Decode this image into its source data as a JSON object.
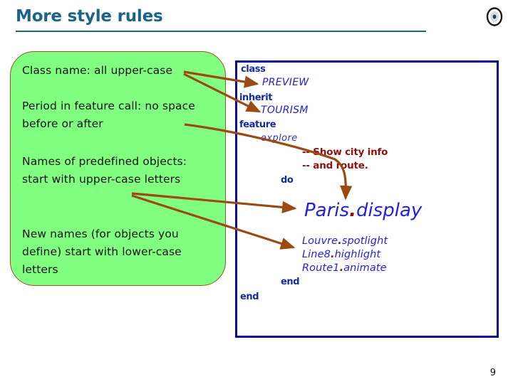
{
  "slide": {
    "title": "More style rules",
    "page_number": "9",
    "accent_color": "#1c6389",
    "rule_box_fill": "#80ff80",
    "rule_box_border": "#8a5a1e",
    "code_box_border": "#0a0a96",
    "arrow_color": "#9a4a12",
    "keyword_color": "#142a9e",
    "class_name_color": "#2222cc",
    "comment_color": "#8b1111",
    "call_color": "#2222dd"
  },
  "icons": {
    "disc": "disc-icon"
  },
  "rules": {
    "items": [
      "Class name: all upper-case",
      "Period in feature call: no space before or after",
      "Names of predefined objects: start with upper-case letters",
      "New names (for objects you define) start with lower-case letters"
    ]
  },
  "code": {
    "lines": [
      {
        "id": "c-class",
        "kind": "keyword",
        "text": "class"
      },
      {
        "id": "c-preview",
        "kind": "class-name",
        "text": "PREVIEW"
      },
      {
        "id": "c-inherit",
        "kind": "keyword",
        "text": "inherit"
      },
      {
        "id": "c-tourism",
        "kind": "class-name",
        "text": "TOURISM"
      },
      {
        "id": "c-feature",
        "kind": "keyword",
        "text": "feature"
      },
      {
        "id": "c-explore",
        "kind": "feature-name",
        "text": "explore"
      },
      {
        "id": "c-cmt1",
        "kind": "comment",
        "text": "-- Show city info"
      },
      {
        "id": "c-cmt2",
        "kind": "comment",
        "text": "-- and route."
      },
      {
        "id": "c-do",
        "kind": "keyword",
        "text": "do"
      },
      {
        "id": "c-paris",
        "kind": "call-large",
        "target": "Paris",
        "feature": "display"
      },
      {
        "id": "c-louvre",
        "kind": "call-small",
        "target": "Louvre",
        "feature": "spotlight"
      },
      {
        "id": "c-line8",
        "kind": "call-small",
        "target": "Line8",
        "feature": "highlight"
      },
      {
        "id": "c-route1",
        "kind": "call-small",
        "target": "Route1",
        "feature": "animate"
      },
      {
        "id": "c-end1",
        "kind": "keyword",
        "text": "end"
      },
      {
        "id": "c-end2",
        "kind": "keyword",
        "text": "end"
      }
    ],
    "paris_target": "Paris",
    "paris_separator": ".",
    "paris_feature": "display",
    "louvre_target": "Louvre",
    "louvre_separator": ".",
    "louvre_feature": "spotlight",
    "line8_target": "Line8",
    "line8_separator": ".",
    "line8_feature": "highlight",
    "route1_target": "Route1",
    "route1_separator": ".",
    "route1_feature": "animate",
    "kw_class": "class",
    "kw_inherit": "inherit",
    "kw_feature": "feature",
    "kw_do": "do",
    "kw_end_inner": "end",
    "kw_end_outer": "end",
    "name_preview": "PREVIEW",
    "name_tourism": "TOURISM",
    "name_explore": "explore",
    "comment_1": "-- Show city info",
    "comment_2": "-- and route."
  },
  "annotations": {
    "arrows": [
      {
        "name": "arrow-classname-to-preview",
        "from": "Class name rule",
        "to": "PREVIEW"
      },
      {
        "name": "arrow-classname-to-tourism",
        "from": "Class name rule",
        "to": "TOURISM"
      },
      {
        "name": "arrow-period-to-paris-dot",
        "from": "Period rule",
        "to": "Paris.display dot"
      },
      {
        "name": "arrow-predefined-to-paris",
        "from": "Predefined names rule",
        "to": "Paris"
      },
      {
        "name": "arrow-newnames-to-louvre",
        "from": "New names rule",
        "to": "Louvre.spotlight"
      }
    ]
  }
}
